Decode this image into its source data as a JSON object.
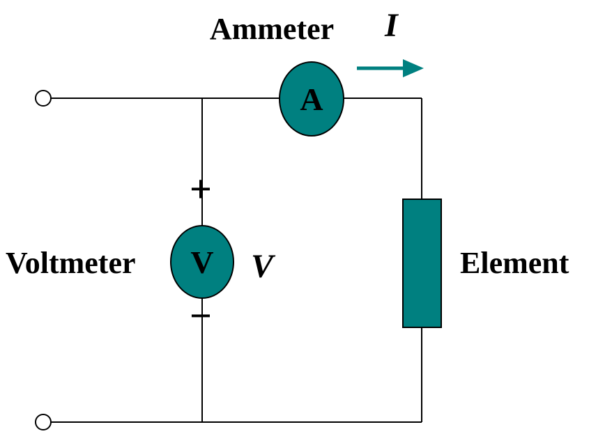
{
  "diagram": {
    "type": "circuit-schematic",
    "description": "Voltmeter and ammeter connected to measure voltage across and current through an element",
    "labels": {
      "ammeter": "Ammeter",
      "current": "I",
      "voltmeter": "Voltmeter",
      "voltage": "V",
      "element": "Element",
      "plus": "+",
      "minus": "−",
      "ammeter_symbol": "A",
      "voltmeter_symbol": "V"
    },
    "colors": {
      "meter_fill": "#008080",
      "element_fill": "#008080",
      "arrow": "#008080",
      "wire": "#000000",
      "background": "#ffffff"
    }
  }
}
